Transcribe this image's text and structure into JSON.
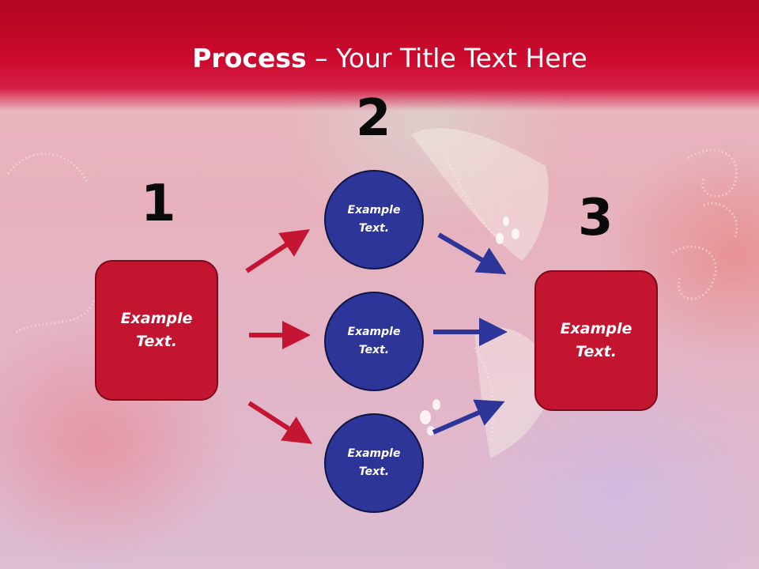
{
  "title": {
    "strong": "Process",
    "rest": " – Your Title Text Here"
  },
  "steps": [
    {
      "number": "1",
      "text": "Example\nText."
    },
    {
      "number": "2"
    },
    {
      "number": "3",
      "text": "Example\nText."
    }
  ],
  "circles": [
    {
      "text": "Example\nText."
    },
    {
      "text": "Example\nText."
    },
    {
      "text": "Example\nText."
    }
  ],
  "colors": {
    "title_band": "#cd0a2f",
    "red_box": "#c31530",
    "blue_circle": "#2d3598",
    "red_arrow": "#c41533",
    "blue_arrow": "#2d3598",
    "numbers": "#0a0a0a"
  }
}
